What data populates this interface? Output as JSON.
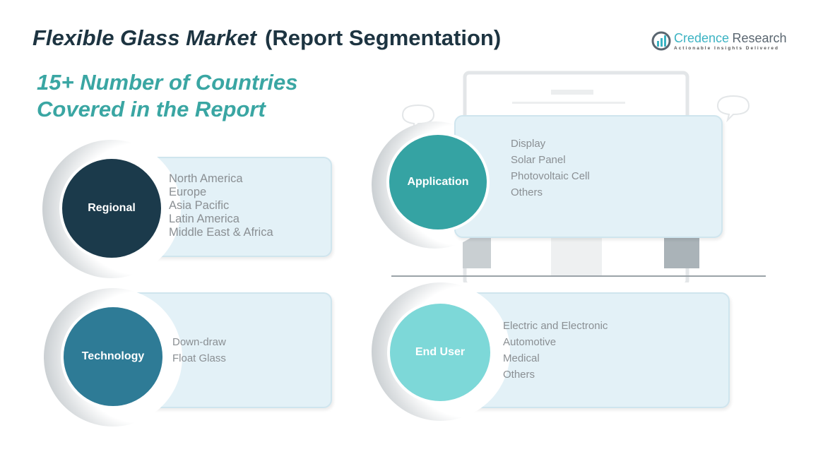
{
  "title": {
    "main": "Flexible Glass Market",
    "paren": "(Report Segmentation)"
  },
  "subtitle": {
    "line1": "15+ Number of Countries",
    "line2": "Covered in the Report"
  },
  "logo": {
    "name1": "Credence",
    "name2": "Research",
    "tagline": "Actionable Insights Delivered"
  },
  "colors": {
    "regional": "#1b3a4b",
    "technology": "#2e7b96",
    "application": "#35a3a3",
    "end_user": "#7dd8d8"
  },
  "segments": {
    "regional": {
      "label": "Regional",
      "items": [
        "North America",
        "Europe",
        "Asia Pacific",
        "Latin America",
        "Middle East & Africa"
      ]
    },
    "technology": {
      "label": "Technology",
      "items": [
        "Down-draw",
        "Float Glass"
      ]
    },
    "application": {
      "label": "Application",
      "items": [
        "Display",
        "Solar Panel",
        "Photovoltaic Cell",
        "Others"
      ]
    },
    "end_user": {
      "label": "End User",
      "items": [
        "Electric and Electronic",
        "Automotive",
        "Medical",
        "Others"
      ]
    }
  }
}
